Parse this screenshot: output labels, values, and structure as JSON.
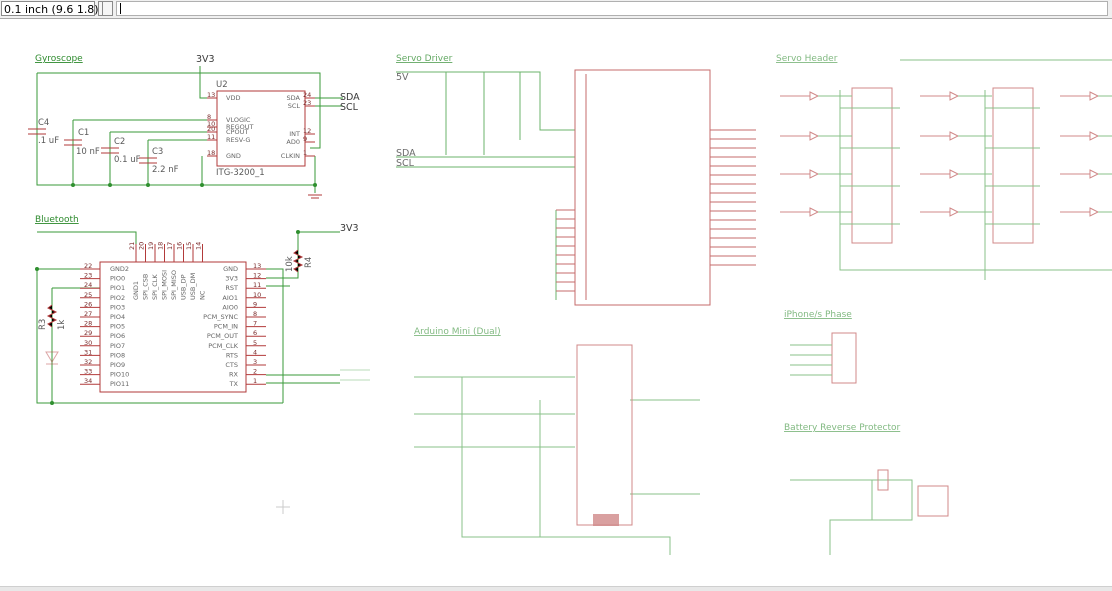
{
  "toolbar": {
    "grid_size": "0.1 inch (9.6 1.8)",
    "command_value": ""
  },
  "colors": {
    "wire": "#3a9a3a",
    "symbol": "#b23a3a",
    "section_title": "#2e8b2e"
  },
  "gyroscope": {
    "title": "Gyroscope",
    "supply": "3V3",
    "chip": {
      "ref": "U2",
      "value": "ITG-3200_1",
      "left_pins": [
        {
          "num": "13",
          "name": "VDD"
        },
        {
          "num": "8",
          "name": "VLOGIC"
        },
        {
          "num": "10",
          "name": "REGOUT"
        },
        {
          "num": "20",
          "name": "CPOUT"
        },
        {
          "num": "11",
          "name": "RESV-G"
        },
        {
          "num": "18",
          "name": "GND"
        }
      ],
      "right_pins": [
        {
          "num": "24",
          "name": "SDA"
        },
        {
          "num": "23",
          "name": "SCL"
        },
        {
          "num": "12",
          "name": "INT"
        },
        {
          "num": "9",
          "name": "AD0"
        },
        {
          "num": "1",
          "name": "CLKIN"
        }
      ]
    },
    "caps": [
      {
        "ref": "C4",
        "value": ".1 uF"
      },
      {
        "ref": "C1",
        "value": "10 nF"
      },
      {
        "ref": "C2",
        "value": "0.1 uF"
      },
      {
        "ref": "C3",
        "value": "2.2 nF"
      }
    ],
    "nets": [
      "SDA",
      "SCL"
    ]
  },
  "bluetooth": {
    "title": "Bluetooth",
    "supply": "3V3",
    "module": {
      "top_pins": [
        "21",
        "20",
        "19",
        "18",
        "17",
        "16",
        "15",
        "14"
      ],
      "top_names": [
        "GND1",
        "SPI_CSB",
        "SPI_CLK",
        "SPI_MOSI",
        "SPI_MISO",
        "USB_DP",
        "USB_DM",
        "NC"
      ],
      "left_pins": [
        {
          "num": "22",
          "name": "GND2"
        },
        {
          "num": "23",
          "name": "PIO0"
        },
        {
          "num": "24",
          "name": "PIO1"
        },
        {
          "num": "25",
          "name": "PIO2"
        },
        {
          "num": "26",
          "name": "PIO3"
        },
        {
          "num": "27",
          "name": "PIO4"
        },
        {
          "num": "28",
          "name": "PIO5"
        },
        {
          "num": "29",
          "name": "PIO6"
        },
        {
          "num": "30",
          "name": "PIO7"
        },
        {
          "num": "31",
          "name": "PIO8"
        },
        {
          "num": "32",
          "name": "PIO9"
        },
        {
          "num": "33",
          "name": "PIO10"
        },
        {
          "num": "34",
          "name": "PIO11"
        }
      ],
      "right_pins": [
        {
          "num": "13",
          "name": "GND"
        },
        {
          "num": "12",
          "name": "3V3"
        },
        {
          "num": "11",
          "name": "RST"
        },
        {
          "num": "10",
          "name": "AIO1"
        },
        {
          "num": "9",
          "name": "AIO0"
        },
        {
          "num": "8",
          "name": "PCM_SYNC"
        },
        {
          "num": "7",
          "name": "PCM_IN"
        },
        {
          "num": "6",
          "name": "PCM_OUT"
        },
        {
          "num": "5",
          "name": "PCM_CLK"
        },
        {
          "num": "4",
          "name": "RTS"
        },
        {
          "num": "3",
          "name": "CTS"
        },
        {
          "num": "2",
          "name": "RX"
        },
        {
          "num": "1",
          "name": "TX"
        }
      ]
    },
    "resistors": [
      {
        "ref": "R4",
        "value": "10k"
      },
      {
        "ref": "R3",
        "value": "1k"
      }
    ]
  },
  "servo_driver": {
    "title": "Servo Driver",
    "nets": [
      "5V",
      "SDA",
      "SCL"
    ]
  },
  "servo_header": {
    "title": "Servo Header"
  },
  "arduino_mini": {
    "title": "Arduino Mini (Dual)"
  },
  "iphone_phase": {
    "title": "iPhone/s Phase"
  },
  "battery_reverse": {
    "title": "Battery Reverse Protector"
  }
}
